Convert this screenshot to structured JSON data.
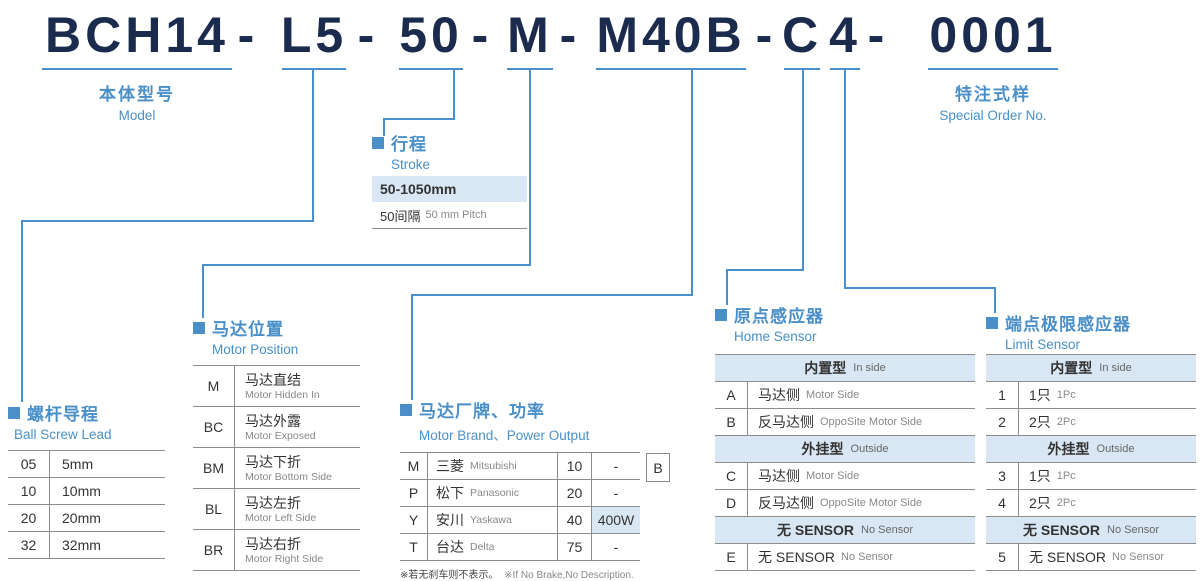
{
  "colors": {
    "accent": "#4a8fc8",
    "code_text": "#1b2b4d",
    "highlight_bg": "#d9e7f4",
    "table_border": "#8c8c8c",
    "text_dark": "#333333",
    "text_gray": "#888888"
  },
  "model_code": {
    "model": "BCH14",
    "lead": "L5",
    "stroke": "50",
    "motor_position": "M",
    "motor_brand": "M40B",
    "home_sensor": "C",
    "limit_sensor": "4",
    "special": "0001",
    "separator": "-"
  },
  "model_label": {
    "zh": "本体型号",
    "en": "Model"
  },
  "special_label": {
    "zh": "特注式样",
    "en": "Special Order No."
  },
  "stroke": {
    "title_zh": "行程",
    "title_en": "Stroke",
    "range": "50-1050mm",
    "pitch_zh": "50间隔",
    "pitch_en": "50 mm Pitch"
  },
  "ball_screw_lead": {
    "title_zh": "螺杆导程",
    "title_en": "Ball Screw Lead",
    "rows": [
      {
        "code": "05",
        "value": "5mm"
      },
      {
        "code": "10",
        "value": "10mm"
      },
      {
        "code": "20",
        "value": "20mm"
      },
      {
        "code": "32",
        "value": "32mm"
      }
    ]
  },
  "motor_position": {
    "title_zh": "马达位置",
    "title_en": "Motor Position",
    "rows": [
      {
        "code": "M",
        "zh": "马达直结",
        "en": "Motor Hidden In"
      },
      {
        "code": "BC",
        "zh": "马达外露",
        "en": "Motor Exposed"
      },
      {
        "code": "BM",
        "zh": "马达下折",
        "en": "Motor Bottom Side"
      },
      {
        "code": "BL",
        "zh": "马达左折",
        "en": "Motor Left Side"
      },
      {
        "code": "BR",
        "zh": "马达右折",
        "en": "Motor Right Side"
      }
    ]
  },
  "motor_brand": {
    "title_zh": "马达厂牌、功率",
    "title_en": "Motor Brand、Power Output",
    "brake_code": "B",
    "rows": [
      {
        "code": "M",
        "zh": "三菱",
        "en": "Mitsubishi",
        "power_code": "10",
        "power": "-"
      },
      {
        "code": "P",
        "zh": "松下",
        "en": "Panasonic",
        "power_code": "20",
        "power": "-"
      },
      {
        "code": "Y",
        "zh": "安川",
        "en": "Yaskawa",
        "power_code": "40",
        "power": "400W"
      },
      {
        "code": "T",
        "zh": "台达",
        "en": "Delta",
        "power_code": "75",
        "power": "-"
      }
    ],
    "note_zh": "※若无刹车则不表示。",
    "note_en": "※If No Brake,No Description."
  },
  "home_sensor": {
    "title_zh": "原点感应器",
    "title_en": "Home Sensor",
    "groups": [
      {
        "header_zh": "内置型",
        "header_en": "In side",
        "rows": [
          {
            "code": "A",
            "zh": "马达侧",
            "en": "Motor Side"
          },
          {
            "code": "B",
            "zh": "反马达侧",
            "en": "OppoSite Motor Side"
          }
        ]
      },
      {
        "header_zh": "外挂型",
        "header_en": "Outside",
        "rows": [
          {
            "code": "C",
            "zh": "马达侧",
            "en": "Motor Side"
          },
          {
            "code": "D",
            "zh": "反马达侧",
            "en": "OppoSite Motor Side"
          }
        ]
      },
      {
        "header_zh": "无 SENSOR",
        "header_en": "No Sensor",
        "rows": [
          {
            "code": "E",
            "zh": "无 SENSOR",
            "en": "No Sensor"
          }
        ]
      }
    ]
  },
  "limit_sensor": {
    "title_zh": "端点极限感应器",
    "title_en": "Limit Sensor",
    "groups": [
      {
        "header_zh": "内置型",
        "header_en": "In side",
        "rows": [
          {
            "code": "1",
            "zh": "1只",
            "en": "1Pc"
          },
          {
            "code": "2",
            "zh": "2只",
            "en": "2Pc"
          }
        ]
      },
      {
        "header_zh": "外挂型",
        "header_en": "Outside",
        "rows": [
          {
            "code": "3",
            "zh": "1只",
            "en": "1Pc"
          },
          {
            "code": "4",
            "zh": "2只",
            "en": "2Pc"
          }
        ]
      },
      {
        "header_zh": "无 SENSOR",
        "header_en": "No Sensor",
        "rows": [
          {
            "code": "5",
            "zh": "无 SENSOR",
            "en": "No Sensor"
          }
        ]
      }
    ]
  }
}
